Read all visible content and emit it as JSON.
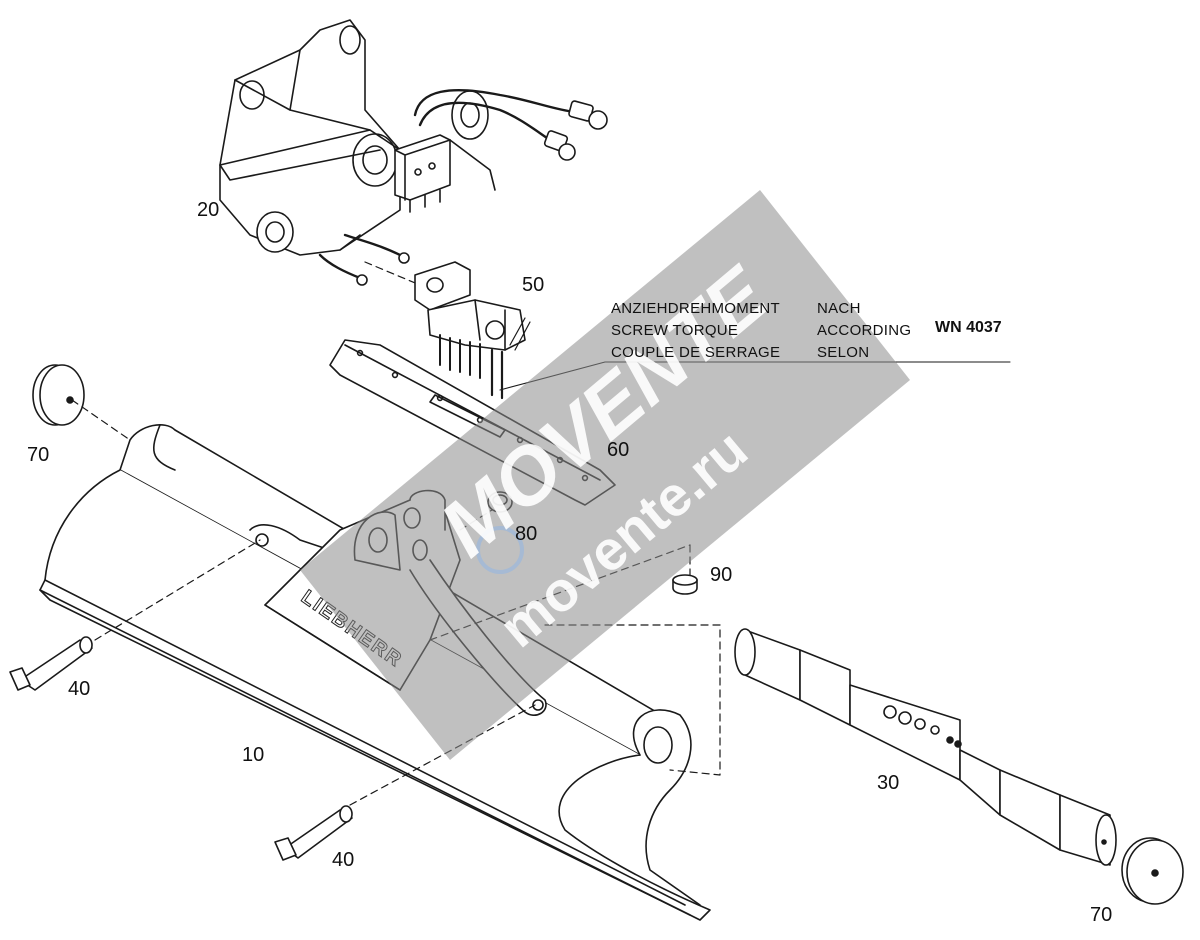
{
  "diagram": {
    "part_labels": [
      {
        "id": "p20",
        "text": "20"
      },
      {
        "id": "p50",
        "text": "50"
      },
      {
        "id": "p70a",
        "text": "70"
      },
      {
        "id": "p60",
        "text": "60"
      },
      {
        "id": "p80",
        "text": "80"
      },
      {
        "id": "p90",
        "text": "90"
      },
      {
        "id": "p40a",
        "text": "40"
      },
      {
        "id": "p10",
        "text": "10"
      },
      {
        "id": "p30",
        "text": "30"
      },
      {
        "id": "p40b",
        "text": "40"
      },
      {
        "id": "p70b",
        "text": "70"
      }
    ],
    "torque_note": {
      "lines": [
        {
          "text": "ANZIEHDREHMOMENT",
          "prep": "NACH"
        },
        {
          "text": "SCREW TORQUE",
          "prep": "ACCORDING"
        },
        {
          "text": "COUPLE DE SERRAGE",
          "prep": "SELON"
        }
      ],
      "standard": "WN 4037"
    },
    "bucket_brand": "LIEBHERR",
    "watermark": {
      "brand": "MOVENTE",
      "url": "movente.ru"
    }
  }
}
